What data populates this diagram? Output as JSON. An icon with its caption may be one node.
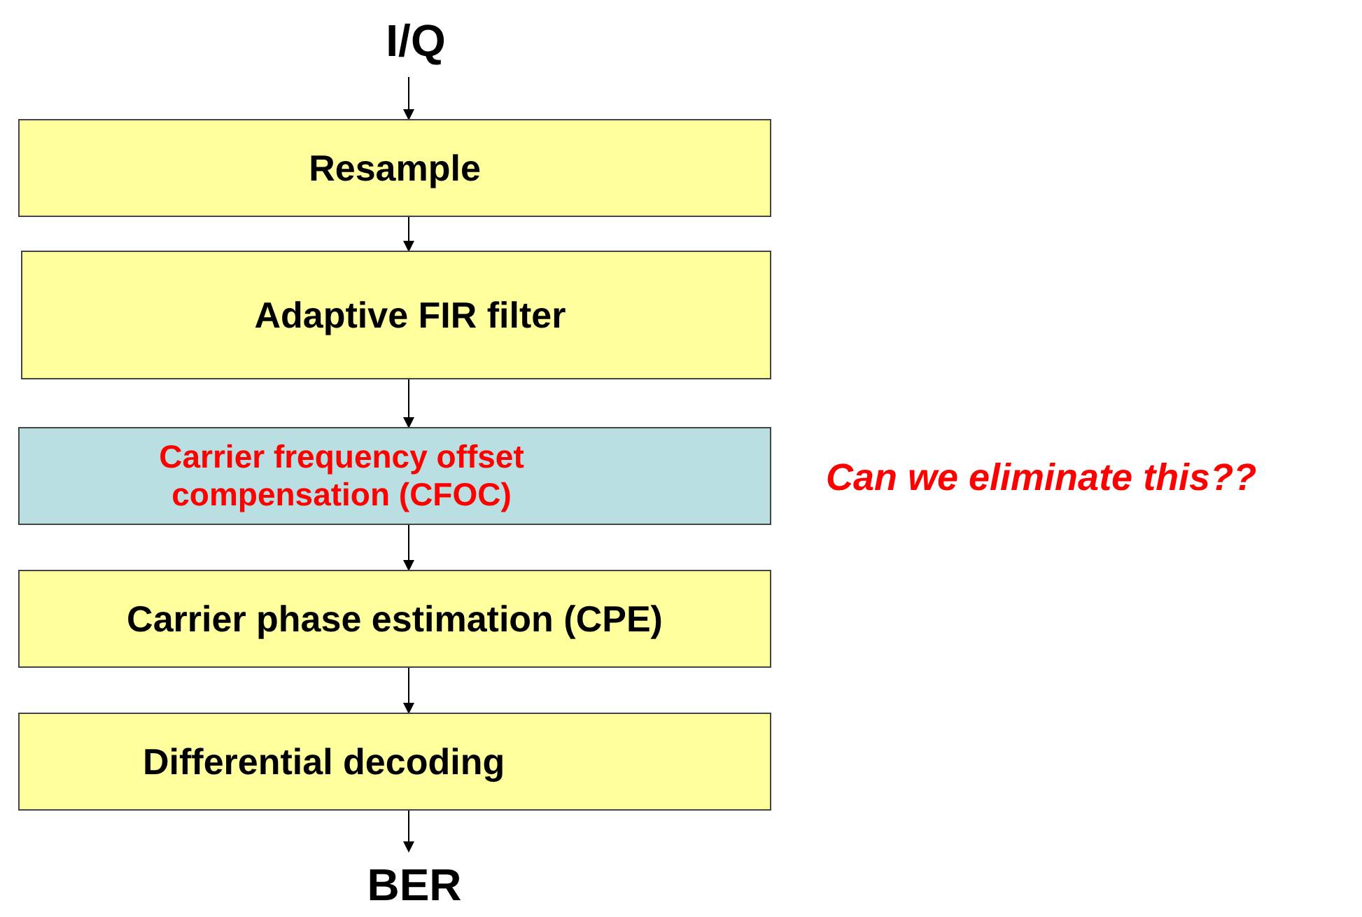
{
  "diagram": {
    "nodes": [
      {
        "text": [
          "I/Q"
        ]
      },
      {
        "text": [
          "Resample"
        ]
      },
      {
        "text": [
          "Adaptive FIR filter"
        ]
      },
      {
        "text": [
          "Carrier frequency offset compensation (CFOC)"
        ]
      },
      {
        "text": [
          "Carrier phase estimation (CPE)"
        ]
      },
      {
        "text": [
          "Differential decoding"
        ]
      },
      {
        "text": [
          "BER"
        ]
      }
    ],
    "edges": [
      {
        "from": 0,
        "to": 1,
        "arrow": "to"
      },
      {
        "from": 1,
        "to": 2,
        "arrow": "to"
      },
      {
        "from": 2,
        "to": 3,
        "arrow": "to"
      },
      {
        "from": 3,
        "to": 4,
        "arrow": "to"
      },
      {
        "from": 4,
        "to": 5,
        "arrow": "to"
      },
      {
        "from": 5,
        "to": 6,
        "arrow": "to"
      }
    ],
    "labels": [
      "Can we eliminate this??"
    ]
  }
}
